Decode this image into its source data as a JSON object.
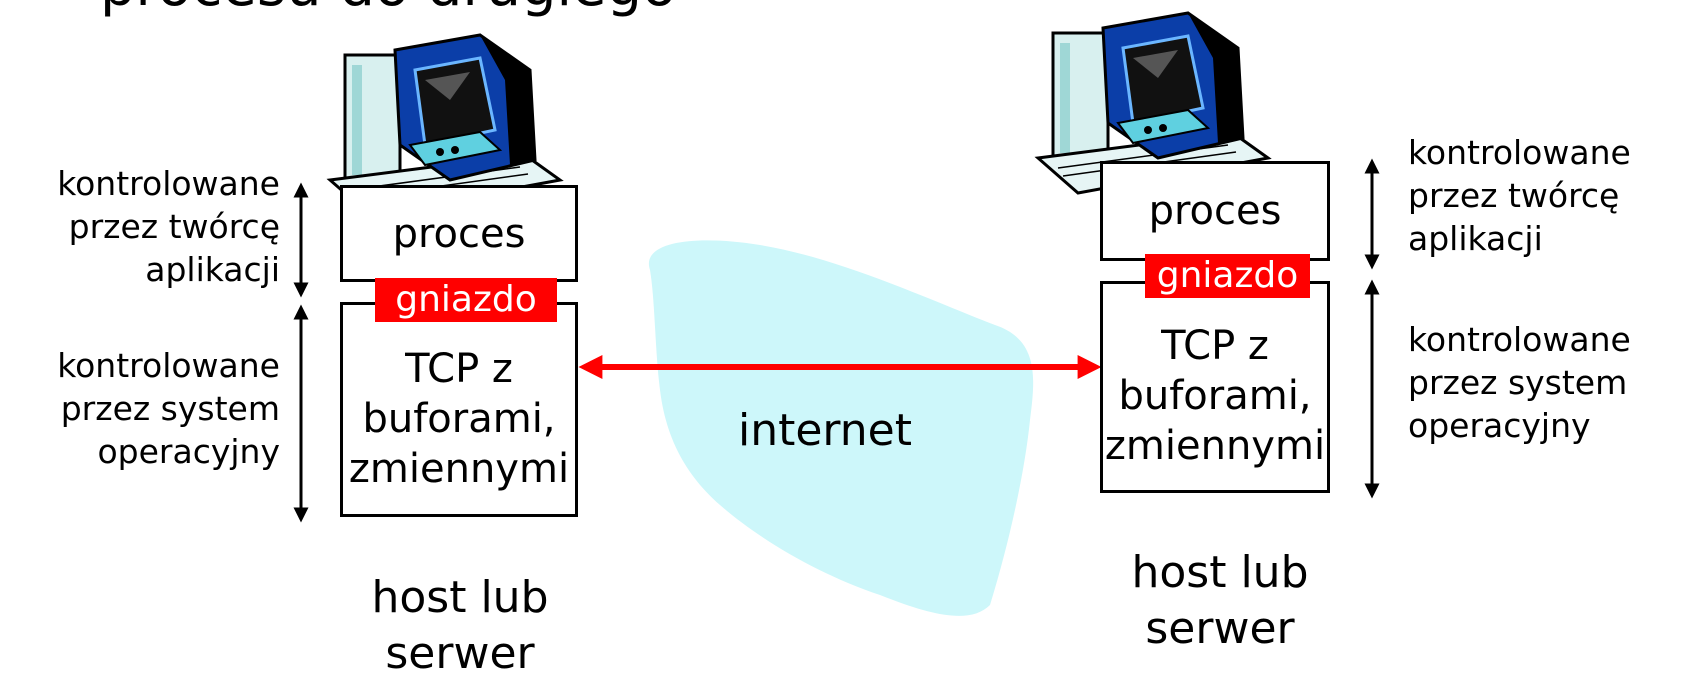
{
  "title": "procesu do drugiego",
  "left_host": {
    "process_label": "proces",
    "socket_label": "gniazdo",
    "tcp_lines": [
      "TCP z",
      "buforami,",
      "zmiennymi"
    ],
    "host_label": [
      "host lub",
      "serwer"
    ],
    "app_control": [
      "kontrolowane",
      "przez twórcę",
      "aplikacji"
    ],
    "os_control": [
      "kontrolowane",
      "przez system",
      "operacyjny"
    ]
  },
  "right_host": {
    "process_label": "proces",
    "socket_label": "gniazdo",
    "tcp_lines": [
      "TCP z",
      "buforami,",
      "zmiennymi"
    ],
    "host_label": [
      "host lub",
      "serwer"
    ],
    "app_control": [
      "kontrolowane",
      "przez twórcę",
      "aplikacji"
    ],
    "os_control": [
      "kontrolowane",
      "przez system",
      "operacyjny"
    ]
  },
  "network_label": "internet",
  "colors": {
    "socket": "#ff0000",
    "cloud": "#cdf7fa",
    "link": "#ff0000"
  },
  "icons": [
    "computer-icon",
    "computer-icon"
  ]
}
